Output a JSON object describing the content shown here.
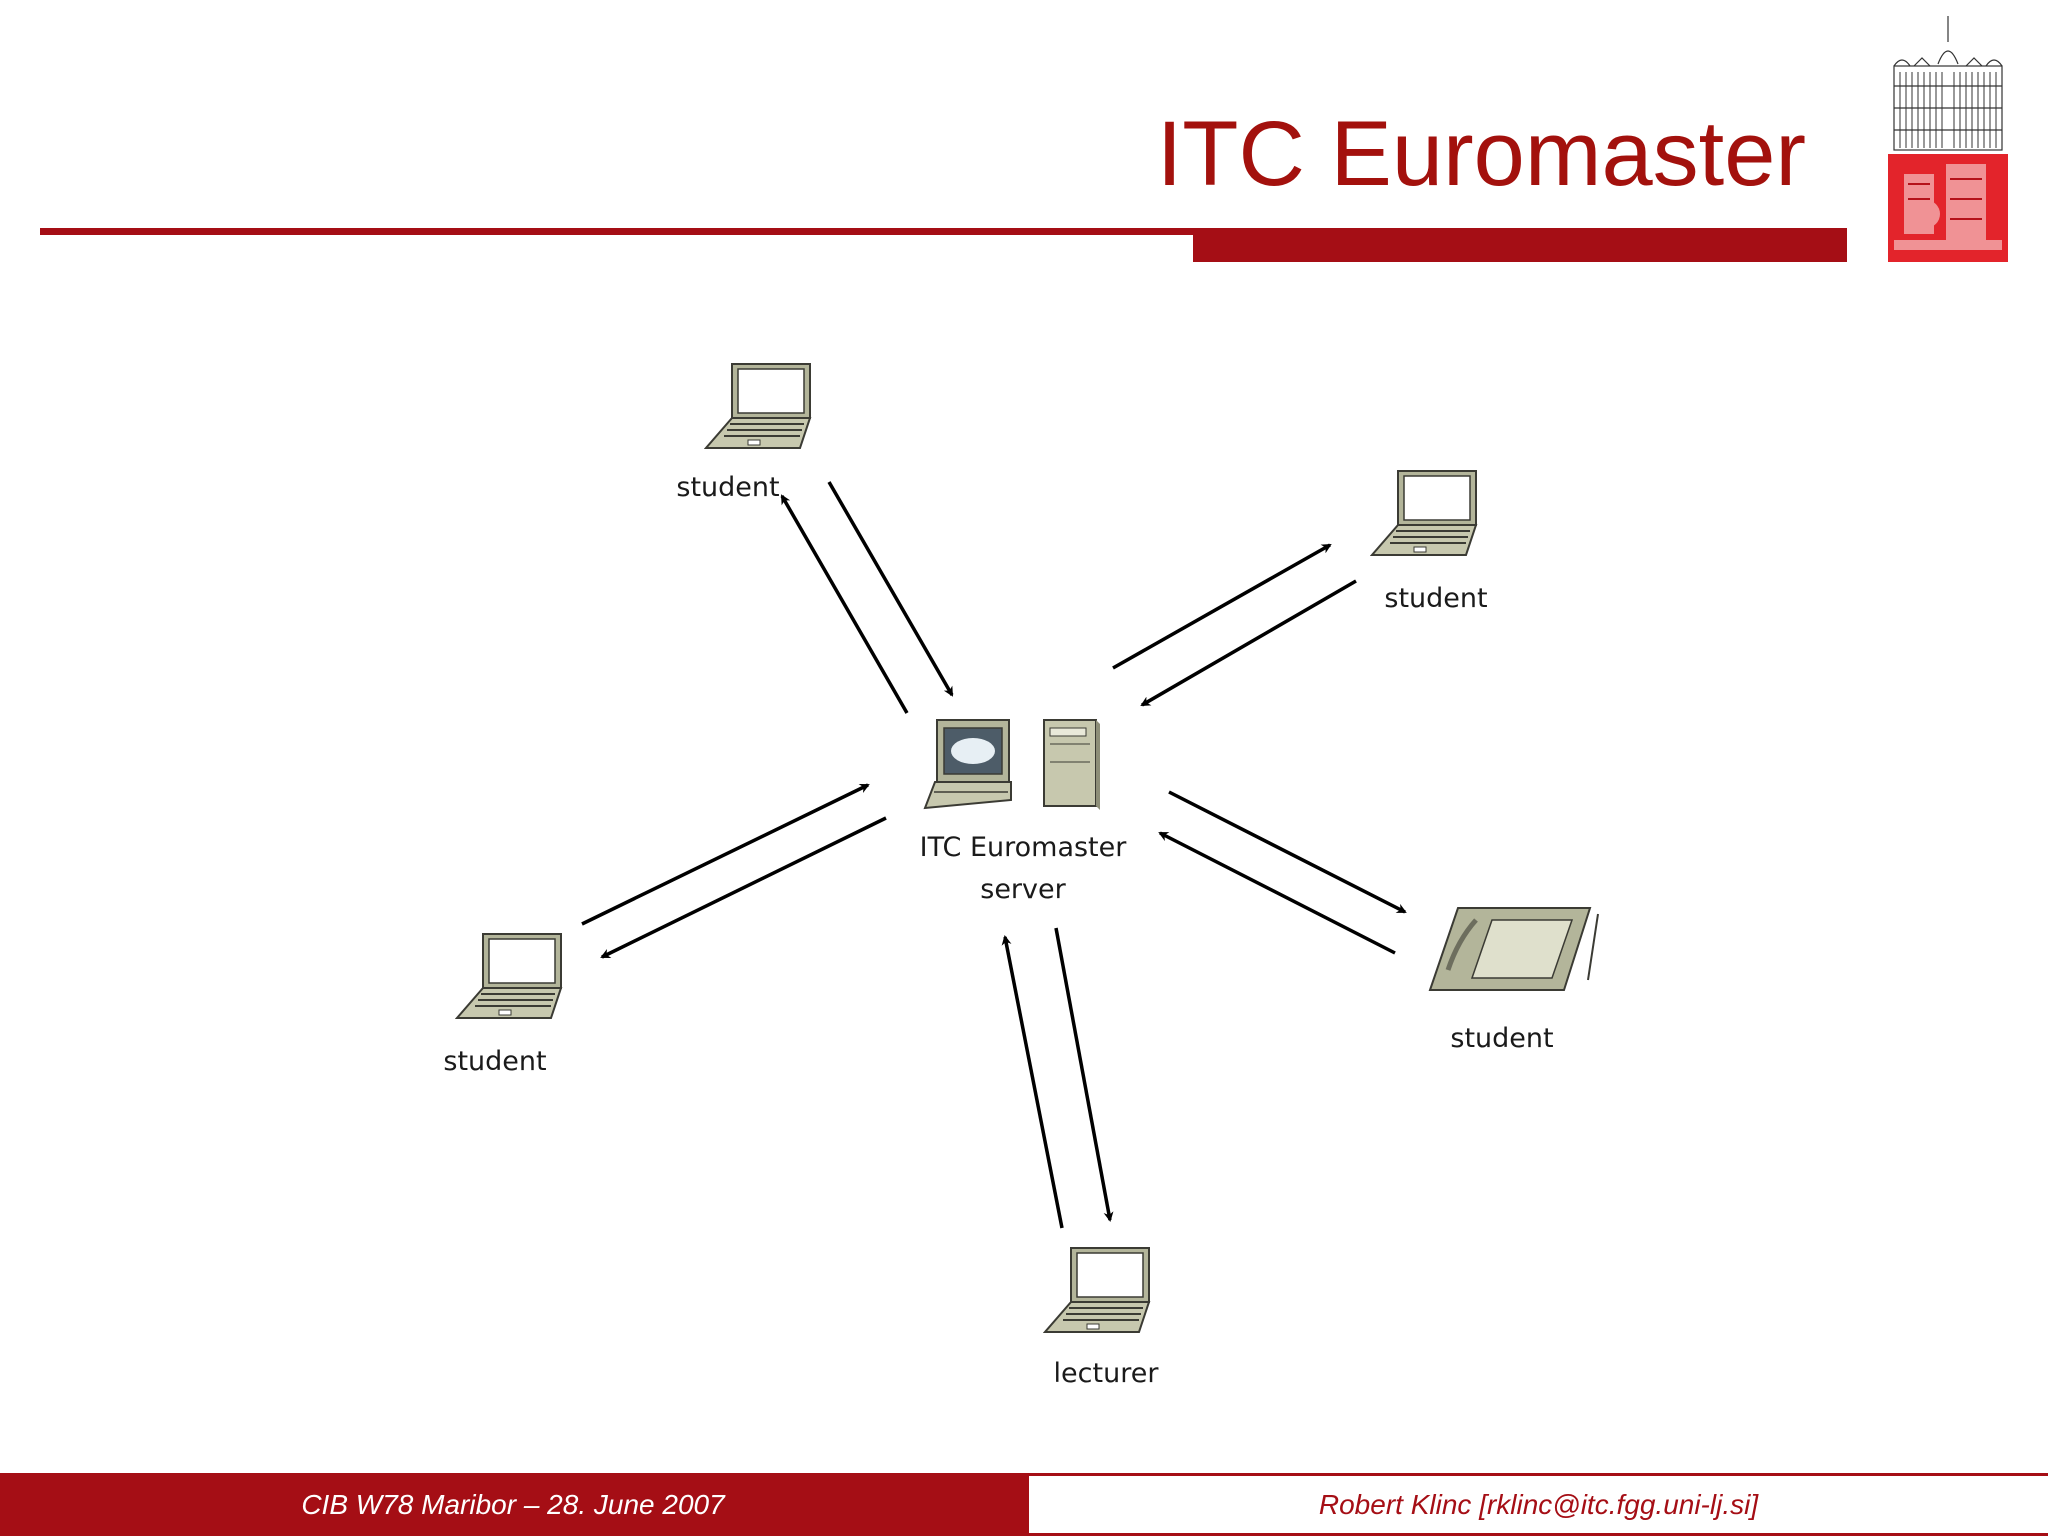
{
  "slide": {
    "title": "ITC Euromaster",
    "accent_color": "#a50e15"
  },
  "logo": {
    "icon": "university-building-logo-icon"
  },
  "diagram": {
    "server_label_line1": "ITC Euromaster",
    "server_label_line2": "server",
    "nodes": [
      {
        "id": "student-top",
        "label": "student",
        "icon": "laptop-icon"
      },
      {
        "id": "student-right",
        "label": "student",
        "icon": "laptop-icon"
      },
      {
        "id": "student-left",
        "label": "student",
        "icon": "laptop-icon"
      },
      {
        "id": "student-tablet",
        "label": "student",
        "icon": "tablet-icon"
      },
      {
        "id": "lecturer",
        "label": "lecturer",
        "icon": "laptop-icon"
      }
    ]
  },
  "footer": {
    "left_text": "CIB W78 Maribor – 28. June 2007",
    "right_text": "Robert Klinc [rklinc@itc.fgg.uni-lj.si]"
  }
}
